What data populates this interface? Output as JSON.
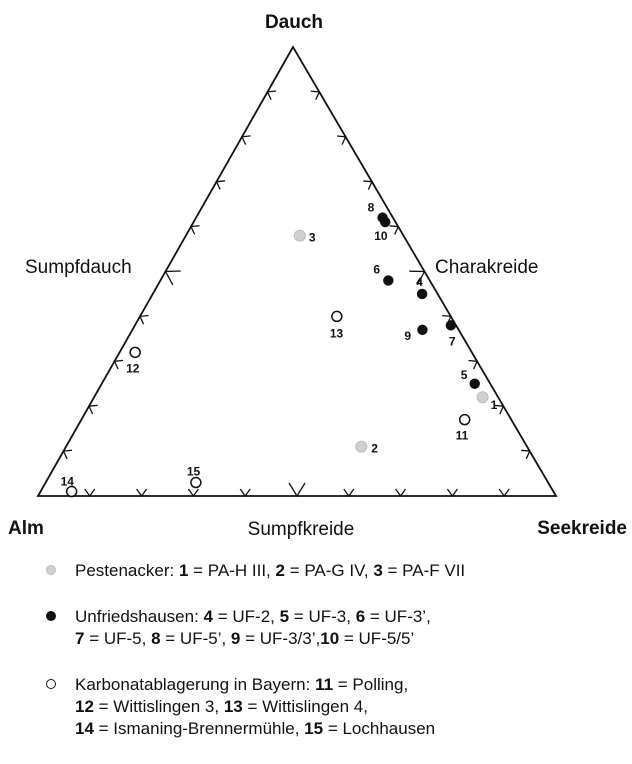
{
  "chart_data": {
    "type": "scatter",
    "subtype": "ternary",
    "vertices": {
      "top": "Dauch",
      "left": "Alm",
      "right": "Seekreide"
    },
    "edge_labels": {
      "left": "Sumpfdauch",
      "right": "Charakreide",
      "bottom": "Sumpfkreide"
    },
    "legend_placement": "bottom",
    "series": [
      {
        "marker": "grey-filled-circle",
        "color": "#cfcfcf",
        "points": [
          {
            "label": "1",
            "dauch": 0.22,
            "alm": 0.03,
            "seekreide": 0.75
          },
          {
            "label": "2",
            "dauch": 0.11,
            "alm": 0.32,
            "seekreide": 0.57
          },
          {
            "label": "3",
            "dauch": 0.58,
            "alm": 0.2,
            "seekreide": 0.22
          }
        ]
      },
      {
        "marker": "black-filled-circle",
        "color": "#111111",
        "points": [
          {
            "label": "4",
            "dauch": 0.45,
            "alm": 0.03,
            "seekreide": 0.52
          },
          {
            "label": "5",
            "dauch": 0.25,
            "alm": 0.03,
            "seekreide": 0.72
          },
          {
            "label": "6",
            "dauch": 0.48,
            "alm": 0.08,
            "seekreide": 0.44
          },
          {
            "label": "7",
            "dauch": 0.38,
            "alm": 0.01,
            "seekreide": 0.61
          },
          {
            "label": "8",
            "dauch": 0.62,
            "alm": 0.02,
            "seekreide": 0.36
          },
          {
            "label": "9",
            "dauch": 0.37,
            "alm": 0.07,
            "seekreide": 0.56
          },
          {
            "label": "10",
            "dauch": 0.61,
            "alm": 0.02,
            "seekreide": 0.37
          }
        ]
      },
      {
        "marker": "open-circle",
        "color": "#111111",
        "points": [
          {
            "label": "11",
            "dauch": 0.17,
            "alm": 0.09,
            "seekreide": 0.74
          },
          {
            "label": "12",
            "dauch": 0.32,
            "alm": 0.65,
            "seekreide": 0.03
          },
          {
            "label": "13",
            "dauch": 0.4,
            "alm": 0.22,
            "seekreide": 0.38
          },
          {
            "label": "14",
            "dauch": 0.01,
            "alm": 0.93,
            "seekreide": 0.06
          },
          {
            "label": "15",
            "dauch": 0.03,
            "alm": 0.68,
            "seekreide": 0.29
          }
        ]
      }
    ]
  },
  "legend": [
    {
      "marker": "grey",
      "lines": [
        [
          [
            "",
            "Pestenacker: "
          ],
          [
            "1",
            " = PA-H III, "
          ],
          [
            "2",
            " = PA-G IV, "
          ],
          [
            "3",
            " = PA-F VII"
          ]
        ]
      ]
    },
    {
      "marker": "filled",
      "lines": [
        [
          [
            "",
            "Unfriedshausen:  "
          ],
          [
            "4",
            " = UF-2, "
          ],
          [
            "5",
            " = UF-3, "
          ],
          [
            "6",
            " = UF-3’,"
          ]
        ],
        [
          [
            "7",
            " = UF-5, "
          ],
          [
            "8",
            " = UF-5’, "
          ],
          [
            "9",
            " = UF-3/3’,"
          ],
          [
            "10",
            " = UF-5/5’"
          ]
        ]
      ]
    },
    {
      "marker": "open",
      "lines": [
        [
          [
            "",
            "Karbonatablagerung in Bayern: "
          ],
          [
            "11",
            " = Polling,"
          ]
        ],
        [
          [
            "12",
            " = Wittislingen 3, "
          ],
          [
            "13",
            " = Wittislingen 4,"
          ]
        ],
        [
          [
            "14",
            " = Ismaning-Brennermühle, "
          ],
          [
            "15",
            " = Lochhausen"
          ]
        ]
      ]
    }
  ]
}
